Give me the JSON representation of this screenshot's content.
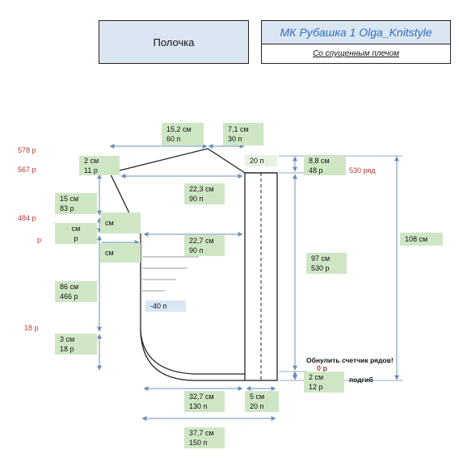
{
  "header": {
    "title": "Полочка",
    "brand": "МК Рубашка 1 Olga_Knitstyle",
    "subtitle": "Со спущенным плечом"
  },
  "row_markers": [
    "578 р",
    "567 р",
    "484 р",
    "р",
    "18 р"
  ],
  "labels": {
    "shoulder_top": [
      "15,2 см",
      "60 п"
    ],
    "neck_top": [
      "7,1 см",
      "30 п"
    ],
    "neck_band": "20 п",
    "height_top": [
      "8,8 см",
      "48 р"
    ],
    "row_530": "530 ряд",
    "left_shoulder": [
      "2 см",
      "11 р"
    ],
    "width_upper": [
      "22,3 см",
      "90 п"
    ],
    "left_mid1": [
      "15 см",
      "83 р"
    ],
    "armhole_1": "см",
    "left_mid2": "см",
    "left_mid2_rows": "р",
    "armhole_2": "см",
    "width_mid": [
      "22,7 см",
      "90 п"
    ],
    "band_height": [
      "97 см",
      "530 р"
    ],
    "total_height": "108 см",
    "left_long": [
      "86 см",
      "466 р"
    ],
    "decrease": "-40 п",
    "left_bottom": [
      "3 см",
      "18 р"
    ],
    "reset_note": "Обнулить счетчик рядов!",
    "reset_zero": "0 р",
    "hem": [
      "2 см",
      "12 р"
    ],
    "hem_note": "подгиб",
    "width_bottom": [
      "32,7 см",
      "130 п"
    ],
    "band_width": [
      "5 см",
      "20 п"
    ],
    "total_width": [
      "37,7 см",
      "150 п"
    ]
  },
  "colors": {
    "label_green": "#cfe6c5",
    "header_blue": "#dbe6f3",
    "arrow_blue": "#6b8fb8",
    "marker_red": "#b23a3a"
  }
}
